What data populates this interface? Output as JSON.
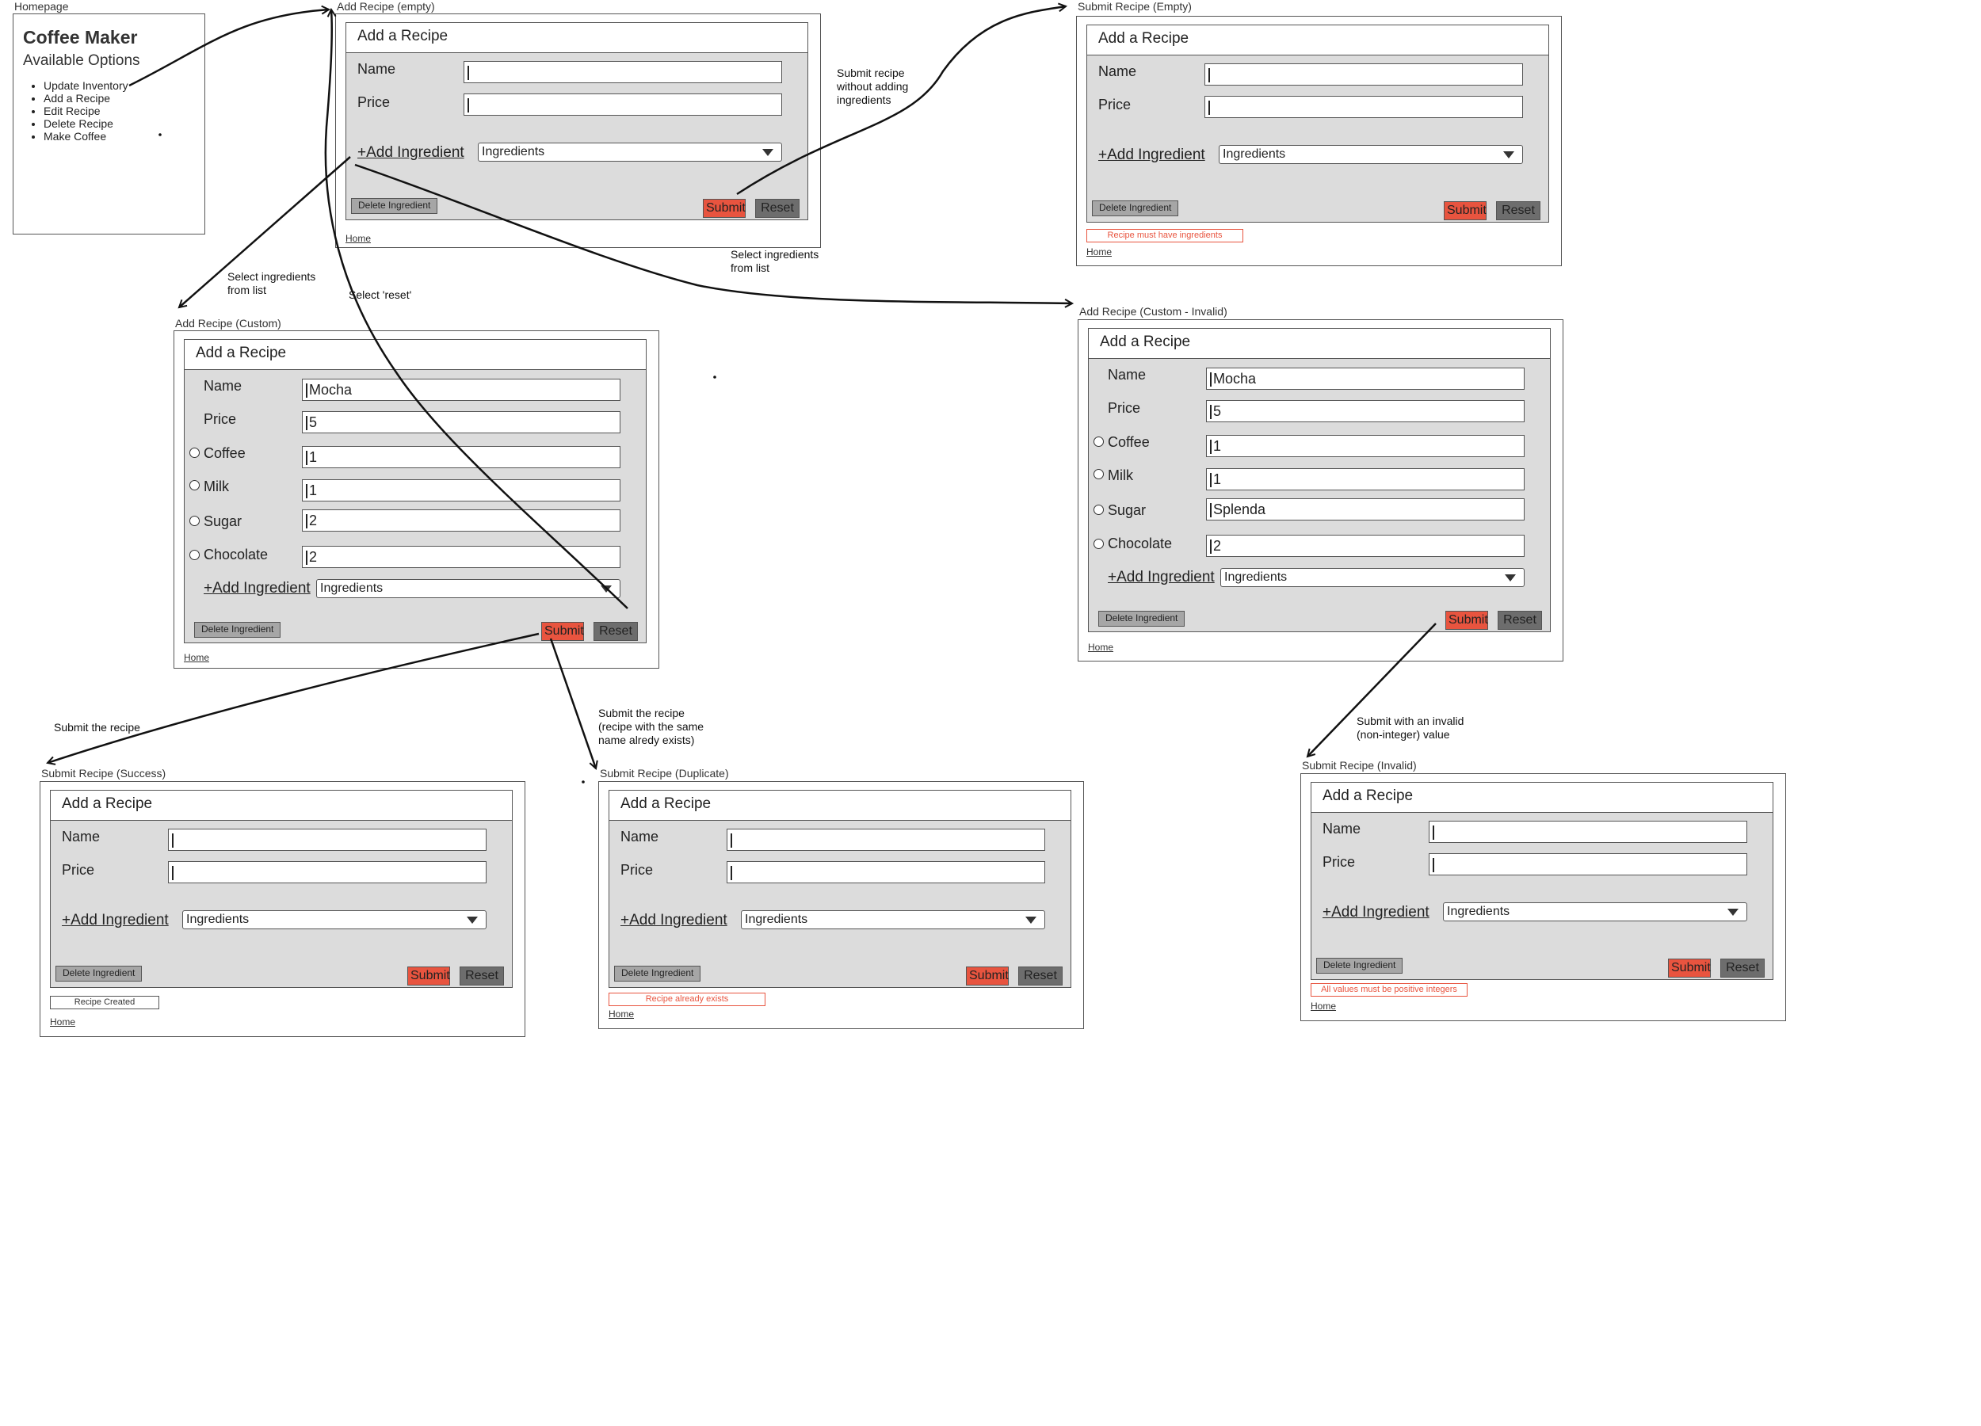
{
  "homepage": {
    "frame_title": "Homepage",
    "title": "Coffee Maker",
    "subtitle": "Available Options",
    "options": [
      "Update Inventory",
      "Add a Recipe",
      "Edit Recipe",
      "Delete Recipe",
      "Make Coffee"
    ]
  },
  "common": {
    "header": "Add a Recipe",
    "name_label": "Name",
    "price_label": "Price",
    "add_ingredient": "+Add Ingredient",
    "ingredients_select": "Ingredients",
    "delete_ingredient": "Delete Ingredient",
    "submit": "Submit",
    "reset": "Reset",
    "home": "Home"
  },
  "screens": {
    "add_empty": {
      "frame_title": "Add Recipe (empty)"
    },
    "submit_empty": {
      "frame_title": "Submit Recipe (Empty)",
      "message": "Recipe must have ingredients"
    },
    "add_custom": {
      "frame_title": "Add Recipe (Custom)",
      "name_value": "Mocha",
      "price_value": "5",
      "ingredients": [
        {
          "label": "Coffee",
          "value": "1"
        },
        {
          "label": "Milk",
          "value": "1"
        },
        {
          "label": "Sugar",
          "value": "2"
        },
        {
          "label": "Chocolate",
          "value": "2"
        }
      ]
    },
    "add_custom_invalid": {
      "frame_title": "Add Recipe (Custom - Invalid)",
      "name_value": "Mocha",
      "price_value": "5",
      "ingredients": [
        {
          "label": "Coffee",
          "value": "1"
        },
        {
          "label": "Milk",
          "value": "1"
        },
        {
          "label": "Sugar",
          "value": "Splenda"
        },
        {
          "label": "Chocolate",
          "value": "2"
        }
      ]
    },
    "submit_success": {
      "frame_title": "Submit Recipe (Success)",
      "message": "Recipe Created"
    },
    "submit_duplicate": {
      "frame_title": "Submit Recipe (Duplicate)",
      "message": "Recipe already exists"
    },
    "submit_invalid": {
      "frame_title": "Submit Recipe (Invalid)",
      "message": "All values must be positive integers"
    }
  },
  "annotations": {
    "submit_no_ingredients": "Submit recipe\nwithout adding\ningredients",
    "select_ingredients_left": "Select ingredients\nfrom list",
    "select_reset": "Select 'reset'",
    "select_ingredients_right": "Select ingredients\nfrom list",
    "submit_recipe": "Submit the recipe",
    "submit_duplicate": "Submit the recipe\n(recipe with the same\nname alredy exists)",
    "submit_invalid": "Submit with an invalid\n(non-integer) value"
  }
}
